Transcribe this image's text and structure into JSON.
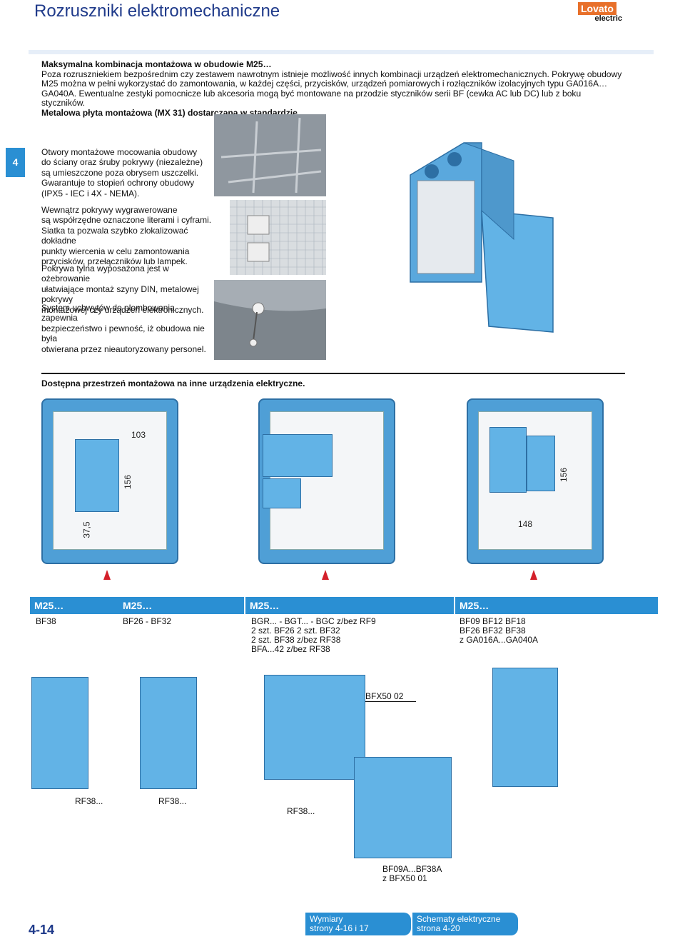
{
  "header": {
    "title": "Rozruszniki elektromechaniczne",
    "logo_top": "Lovato",
    "logo_bottom": "electric"
  },
  "intro": {
    "heading": "Maksymalna kombinacja montażowa w obudowie M25…",
    "body": "Poza rozruszniekiem bezpośrednim czy zestawem nawrotnym istnieje możliwość innych kombinacji urządzeń elektromechanicznych. Pokrywę obudowy M25 można w pełni wykorzystać do zamontowania, w każdej części, przycisków, urządzeń pomiarowych i rozłączników izolacyjnych typu GA016A…GA040A. Ewentualne zestyki pomocnicze lub akcesoria mogą być montowane na przodzie styczników serii BF (cewka AC lub DC) lub z boku styczników.",
    "bold_note": "Metalowa płyta montażowa (MX 31) dostarczana w standardzie."
  },
  "side_tab": "4",
  "features": [
    "Otwory montażowe mocowania obudowy\ndo ściany oraz śruby pokrywy (niezależne)\nsą umieszczone poza obrysem uszczelki.\nGwarantuje to stopień ochrony obudowy\n(IPX5 - IEC i 4X - NEMA).",
    "Wewnątrz pokrywy wygrawerowane\nsą współrzędne oznaczone literami i cyframi.\nSiatka ta pozwala szybko zlokalizować dokładne\npunkty wiercenia  w celu zamontowania\nprzycisków, przełączników lub lampek.",
    "Pokrywa tylna wyposażona jest w ożebrowanie\nułatwiające montaż szyny DIN, metalowej pokrywy\nmontażowej czy urządzeń elektronicznych.",
    "System uchwytów do plombowania zapewnia\nbezpieczeństwo i pewność, iż obudowa nie była\notwierana przez nieautoryzowany personel."
  ],
  "section_title": "Dostępna przestrzeń montażowa na inne urządzenia elektryczne.",
  "dims": {
    "d1": "103",
    "d2": "156",
    "d3": "37,5",
    "d4": "148",
    "d5": "156"
  },
  "models": [
    {
      "bar": "M25…",
      "lines": "BF38"
    },
    {
      "bar": "M25…",
      "lines": "BF26 - BF32"
    },
    {
      "bar": "M25…",
      "lines": "BGR... - BGT... - BGC z/bez RF9\n2 szt. BF26     2 szt. BF32\n2 szt. BF38     z/bez RF38\nBFA...42 z/bez RF38"
    },
    {
      "bar": "M25…",
      "lines": "BF09     BF12     BF18\nBF26     BF32     BF38\nz GA016A...GA040A"
    }
  ],
  "labels": {
    "rf1": "RF38...",
    "rf2": "RF38...",
    "rf3": "RF38...",
    "bfx": "BFX50 02",
    "bf09": "BF09A...BF38A\nz BFX50 01"
  },
  "footer": {
    "page": "4-14",
    "box1": "Wymiary\nstrony 4-16 i 17",
    "box2": "Schematy elektryczne\nstrona 4-20"
  }
}
